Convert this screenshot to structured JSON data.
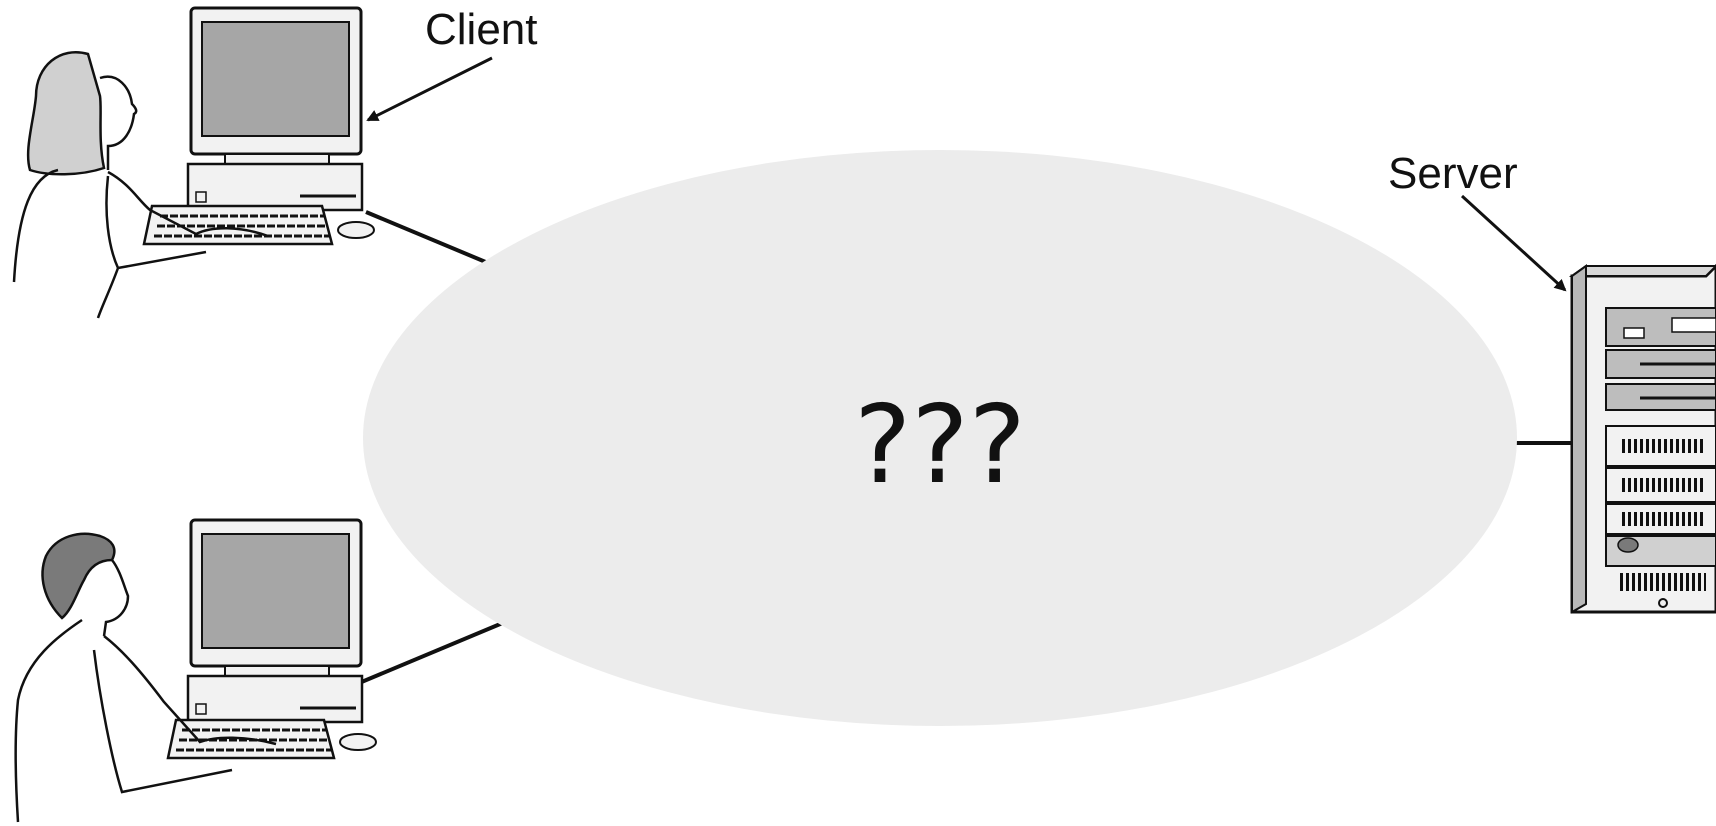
{
  "labels": {
    "client": "Client",
    "server": "Server",
    "network": "???"
  },
  "colors": {
    "network_fill": "#ececec",
    "line": "#111111",
    "device_body": "#f2f2f2",
    "screen": "#a6a6a6",
    "hair_woman": "#d0d0d0",
    "hair_man": "#7a7a7a"
  },
  "icons": {
    "client_top": "woman-at-computer-icon",
    "client_bottom": "man-at-computer-icon",
    "server": "server-tower-icon",
    "network": "network-cloud-ellipse"
  }
}
